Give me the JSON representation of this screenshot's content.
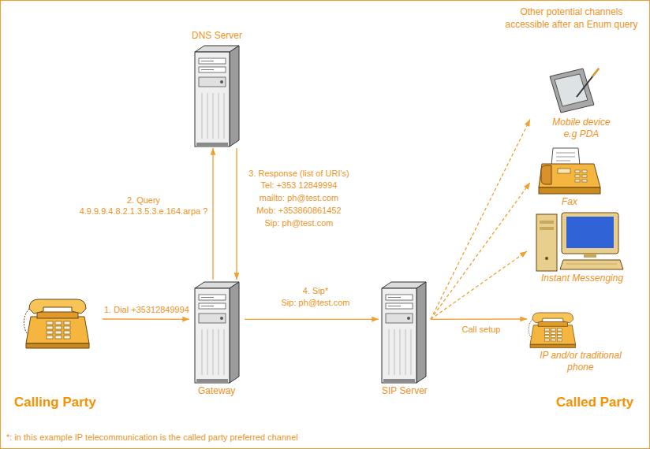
{
  "diagram": {
    "nodes": [
      {
        "text": [
          "DNS Server"
        ]
      },
      {
        "text": [
          "Mobile device e.g PDA"
        ]
      },
      {
        "text": [
          "Fax"
        ]
      },
      {
        "text": [
          "Instant Messenging"
        ]
      },
      {
        "text": [
          "Calling Party"
        ]
      },
      {
        "text": [
          "Gateway"
        ]
      },
      {
        "text": [
          "SIP Server"
        ]
      },
      {
        "text": [
          "IP and/or traditional phone"
        ]
      }
    ],
    "edges": [
      {
        "from": 4,
        "to": 5,
        "label": "1. Dial +35312849994",
        "arrow": "to"
      },
      {
        "from": 5,
        "to": 0,
        "label": "2. Query",
        "arrow": "to"
      },
      {
        "from": 0,
        "to": 5,
        "label": "3. Response (list of URI's)",
        "arrow": "to"
      },
      {
        "from": 5,
        "to": 6,
        "label": "4. Sip*",
        "arrow": "to"
      },
      {
        "from": 6,
        "to": 7,
        "label": "Call setup",
        "arrow": "to"
      },
      {
        "from": 6,
        "to": 1,
        "arrow": "to"
      },
      {
        "from": 6,
        "to": 2,
        "arrow": "to"
      },
      {
        "from": 6,
        "to": 3,
        "arrow": "to"
      }
    ],
    "labels": [
      "Other potential channels accessible after an Enum query",
      "4.9.9.9.4.8.2.1.3.5.3.e.164.arpa ?",
      "Tel: +353 12849994",
      "mailto: ph@test.com",
      "Mob: +353860861452",
      "Sip: ph@test.com",
      "Sip: ph@test.com",
      "Called Party",
      "*: in this example IP telecommunication is the called party preferred channel"
    ]
  }
}
